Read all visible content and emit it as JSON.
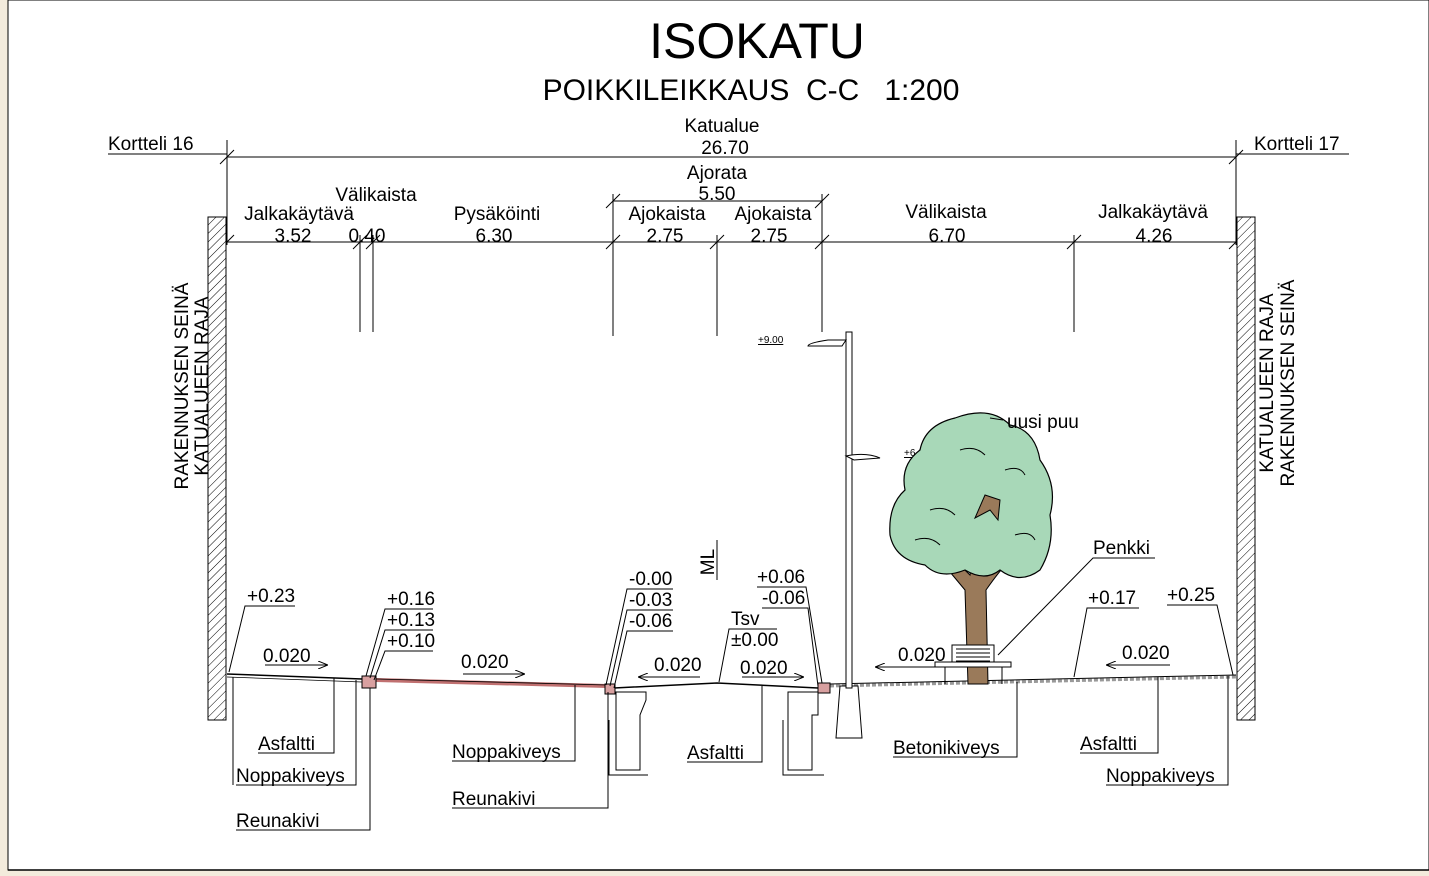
{
  "title": "ISOKATU",
  "subtitle": "POIKKILEIKKAUS  C-C   1:200",
  "blocks": {
    "left": "Kortteli 16",
    "right": "Kortteli 17"
  },
  "total": {
    "label": "Katualue",
    "value": "26.70"
  },
  "carriageway": {
    "label": "Ajorata",
    "value": "5.50"
  },
  "segments": [
    {
      "label": "Jalkakäytävä",
      "value": "3.52"
    },
    {
      "label": "Välikaista",
      "value": "0.40"
    },
    {
      "label": "Pysäköinti",
      "value": "6.30"
    },
    {
      "label": "Ajokaista",
      "value": "2.75"
    },
    {
      "label": "Ajokaista",
      "value": "2.75"
    },
    {
      "label": "Välikaista",
      "value": "6.70"
    },
    {
      "label": "Jalkakäytävä",
      "value": "4.26"
    }
  ],
  "walls": {
    "left": {
      "outer": "RAKENNUKSEN SEINÄ",
      "inner": "KATUALUEEN RAJA"
    },
    "right": {
      "inner": "KATUALUEEN RAJA",
      "outer": "RAKENNUKSEN SEINÄ"
    }
  },
  "centerline": "ML",
  "lamp": {
    "top": "+9.00",
    "mid": "+6.00"
  },
  "tree": "uusi puu",
  "bench": "Penkki",
  "tsv": {
    "label": "Tsv",
    "value": "±0.00"
  },
  "elevations": {
    "left_edge": "+0.23",
    "curb1": [
      "+0.16",
      "+0.13",
      "+0.10"
    ],
    "curb2": [
      "-0.00",
      "-0.03",
      "-0.06"
    ],
    "curb3": [
      "+0.06",
      "-0.06"
    ],
    "right1": "+0.17",
    "right2": "+0.25"
  },
  "slopes": [
    "0.020",
    "0.020",
    "0.020",
    "0.020",
    "0.020",
    "0.020"
  ],
  "materials": {
    "asfaltti_left": "Asfaltti",
    "noppakiveys_left": "Noppakiveys",
    "reunakivi_left": "Reunakivi",
    "noppakiveys_parking": "Noppakiveys",
    "reunakivi_mid": "Reunakivi",
    "asfaltti_mid": "Asfaltti",
    "betonikiveys": "Betonikiveys",
    "asfaltti_right": "Asfaltti",
    "noppakiveys_right": "Noppakiveys"
  },
  "colors": {
    "background": "#f3ebdc",
    "tree_crown": "#a8d8b8",
    "tree_trunk": "#9a7a5a",
    "paving_red": "#c09090"
  }
}
